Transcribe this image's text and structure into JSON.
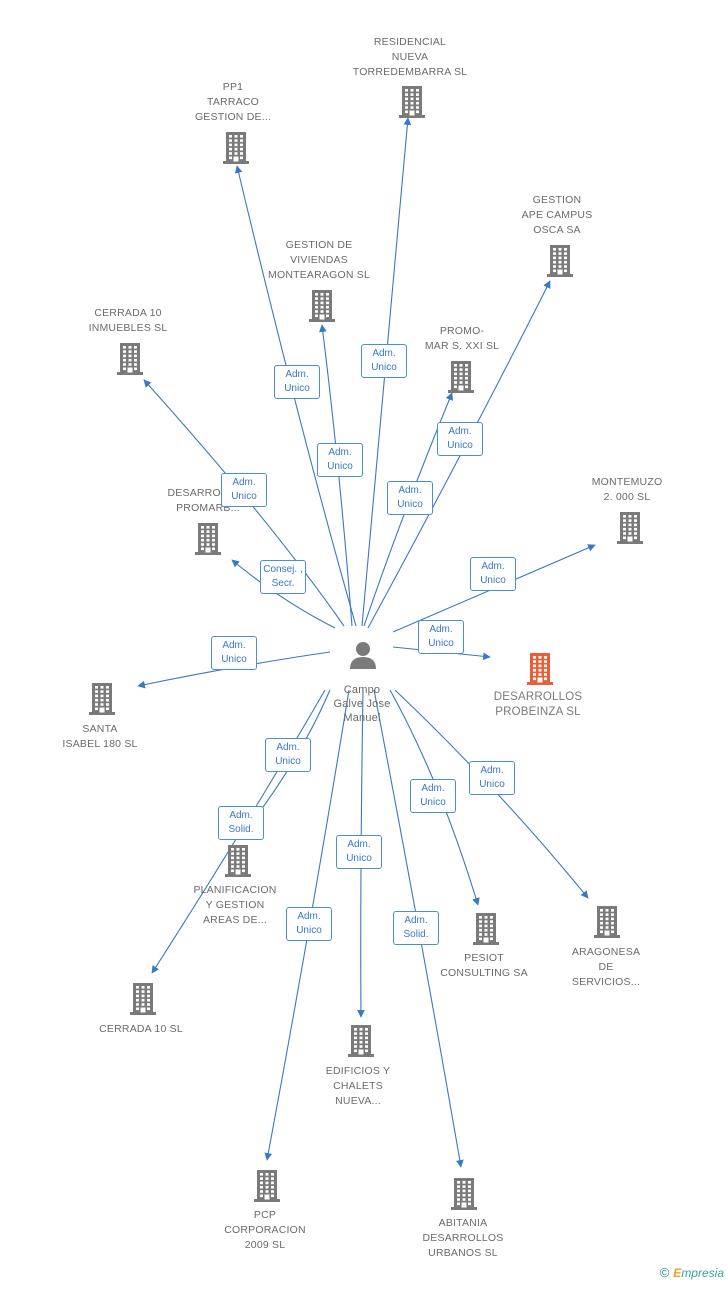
{
  "diagram": {
    "accent_color": "#3a78c2",
    "building_color": "#7a7a7a",
    "focus_building_color": "#e8603a",
    "person": {
      "label": "Campo\nGalve Jose\nManuel",
      "icon": "person-icon"
    },
    "companies": [
      {
        "id": "residencial",
        "label": "RESIDENCIAL\nNUEVA\nTORREDEMBARRA SL",
        "icon": "building-icon"
      },
      {
        "id": "pp1",
        "label": "PP1\nTARRACO\nGESTION DE...",
        "icon": "building-icon"
      },
      {
        "id": "gestion-ape",
        "label": "GESTION\nAPE CAMPUS\nOSCA SA",
        "icon": "building-icon"
      },
      {
        "id": "gestion-viviendas",
        "label": "GESTION DE\nVIVIENDAS\nMONTEARAGON SL",
        "icon": "building-icon"
      },
      {
        "id": "cerrada10-inm",
        "label": "CERRADA 10\nINMUEBLES SL",
        "icon": "building-icon"
      },
      {
        "id": "promo-mar",
        "label": "PROMO-\nMAR S. XXI SL",
        "icon": "building-icon"
      },
      {
        "id": "desarrollos-promarb",
        "label": "DESARROLLOS\nPROMARB...",
        "icon": "building-icon"
      },
      {
        "id": "montemuzo",
        "label": "MONTEMUZO\n2. 000 SL",
        "icon": "building-icon"
      },
      {
        "id": "desarrollos-probeinza",
        "label": "DESARROLLOS\nPROBEINZA SL",
        "icon": "building-icon",
        "focus": true
      },
      {
        "id": "santa-isabel",
        "label": "SANTA\nISABEL 180 SL",
        "icon": "building-icon"
      },
      {
        "id": "planificacion",
        "label": "PLANIFICACION\nY GESTION\nAREAS DE...",
        "icon": "building-icon"
      },
      {
        "id": "aragonesa",
        "label": "ARAGONESA\nDE\nSERVICIOS...",
        "icon": "building-icon"
      },
      {
        "id": "pesiot",
        "label": "PESIOT\nCONSULTING SA",
        "icon": "building-icon"
      },
      {
        "id": "cerrada10",
        "label": "CERRADA 10 SL",
        "icon": "building-icon"
      },
      {
        "id": "edificios",
        "label": "EDIFICIOS Y\nCHALETS\nNUEVA...",
        "icon": "building-icon"
      },
      {
        "id": "pcp",
        "label": "PCP\nCORPORACION\n2009 SL",
        "icon": "building-icon"
      },
      {
        "id": "abitania",
        "label": "ABITANIA\nDESARROLLOS\nURBANOS SL",
        "icon": "building-icon"
      }
    ],
    "relations": [
      {
        "to": "residencial",
        "label": "Adm.\nUnico"
      },
      {
        "to": "pp1",
        "label": "Adm.\nUnico"
      },
      {
        "to": "gestion-ape",
        "label": "Adm.\nUnico"
      },
      {
        "to": "gestion-viviendas",
        "label": "Adm.\nUnico"
      },
      {
        "to": "cerrada10-inm",
        "label": "Adm.\nUnico"
      },
      {
        "to": "promo-mar",
        "label": "Adm.\nUnico"
      },
      {
        "to": "desarrollos-promarb",
        "label": "Consej. ,\nSecr."
      },
      {
        "to": "montemuzo",
        "label": "Adm.\nUnico"
      },
      {
        "to": "desarrollos-probeinza",
        "label": "Adm.\nUnico"
      },
      {
        "to": "santa-isabel",
        "label": "Adm.\nUnico"
      },
      {
        "to": "planificacion",
        "label": "Adm.\nUnico"
      },
      {
        "to": "cerrada10",
        "label": "Adm.\nSolid."
      },
      {
        "to": "aragonesa",
        "label": "Adm.\nUnico"
      },
      {
        "to": "pesiot",
        "label": "Adm.\nUnico"
      },
      {
        "to": "edificios",
        "label": "Adm.\nUnico"
      },
      {
        "to": "pcp",
        "label": "Adm.\nUnico"
      },
      {
        "to": "abitania",
        "label": "Adm.\nSolid."
      }
    ]
  },
  "footer": {
    "copyright_symbol": "©",
    "brand_initial": "E",
    "brand_rest": "mpresia"
  }
}
